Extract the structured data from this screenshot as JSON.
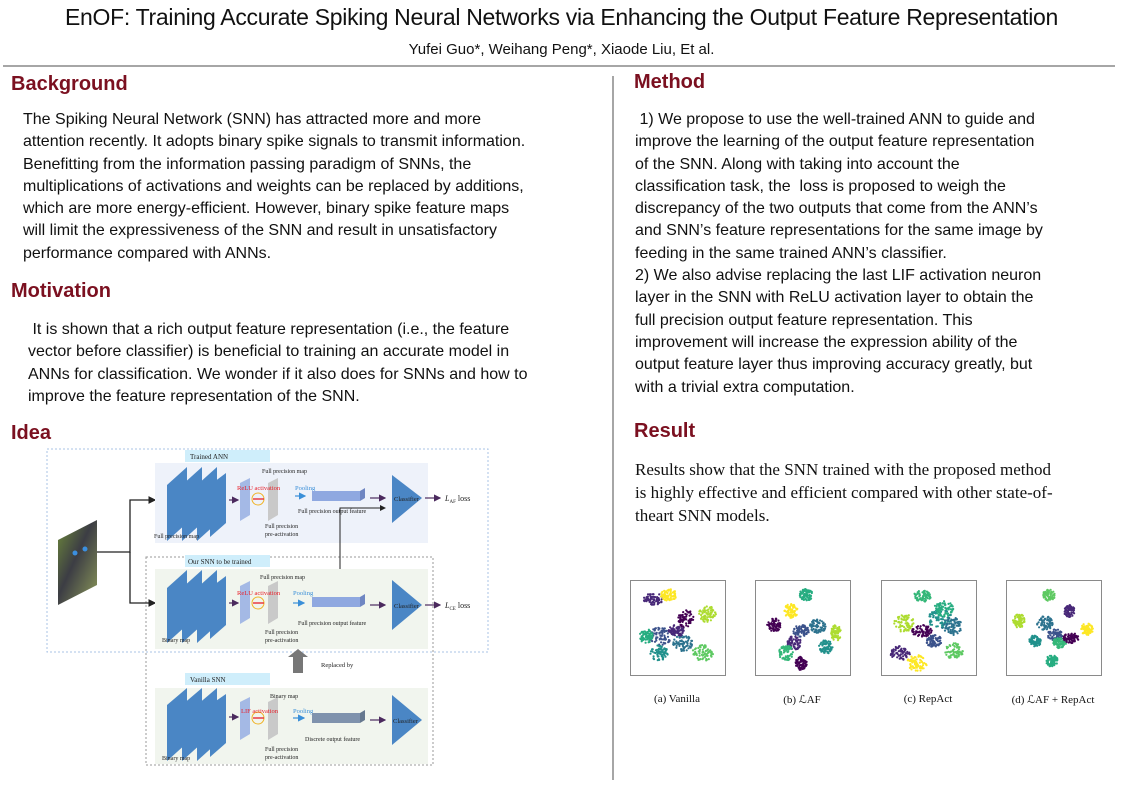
{
  "header": {
    "title": "EnOF: Training Accurate Spiking Neural Networks via Enhancing the Output Feature Representation",
    "authors": "Yufei Guo*, Weihang Peng*, Xiaode Liu, Et al."
  },
  "background": {
    "heading": "Background",
    "text": "The Spiking Neural Network (SNN) has attracted more and more\nattention recently. It adopts binary spike signals to transmit information.\nBenefitting from the information passing paradigm of SNNs, the\nmultiplications of activations and weights can be replaced by additions,\nwhich are more energy-efficient. However, binary spike feature maps\nwill limit the expressiveness of the SNN and result in unsatisfactory\nperformance compared with ANNs."
  },
  "motivation": {
    "heading": "Motivation",
    "text": " It is shown that a rich output feature representation (i.e., the feature\nvector before classifier) is beneficial to training an accurate model in\nANNs for classification. We wonder if it also does for SNNs and how to\nimprove the feature representation of the SNN."
  },
  "idea": {
    "heading": "Idea",
    "diagram": {
      "trained_ann": "Trained ANN",
      "our_snn": "Our SNN to be trained",
      "vanilla_snn": "Vanilla SNN",
      "full_precision_map": "Full precision map",
      "binary_map": "Binary map",
      "relu_activation": "ReLU activation",
      "lif_activation": "LIF activation",
      "pooling": "Pooling",
      "full_precision": "Full precision",
      "pre_activation": "pre-activation",
      "full_precision_output_feature": "Full precision output feature",
      "discrete_output_feature": "Discrete output feature",
      "classifier": "Classifier",
      "laf_loss_sym": "L",
      "laf_loss_sub": "AF",
      "lce_loss_sub": "CE",
      "loss": "loss",
      "replaced_by": "Replaced by"
    }
  },
  "method": {
    "heading": "Method",
    "text": " 1) We propose to use the well-trained ANN to guide and\nimprove the learning of the output feature representation\nof the SNN. Along with taking into account the\nclassification task, the  loss is proposed to weigh the\ndiscrepancy of the two outputs that come from the ANN’s\nand SNN’s feature representations for the same image by\nfeeding in the same trained ANN’s classifier.\n2) We also advise replacing the last LIF activation neuron\nlayer in the SNN with ReLU activation layer to obtain the\nfull precision output feature representation. This\nimprovement will increase the expression ability of the\noutput feature layer thus improving accuracy greatly, but\nwith a trivial extra computation."
  },
  "result": {
    "heading": "Result",
    "text": "Results show that the SNN trained with the proposed method\nis highly effective and efficient compared with other state-of-\ntheart SNN models.",
    "panels": [
      {
        "caption": "(a) Vanilla"
      },
      {
        "caption": "(b) ℒAF"
      },
      {
        "caption": "(c) RepAct"
      },
      {
        "caption": "(d) ℒAF + RepAct"
      }
    ]
  },
  "colors": {
    "heading": "#7b1020",
    "rule": "#a6a6a6",
    "block_blue": "#4a86c5",
    "relu_red": "#e8202a",
    "pooling_blue": "#3a8fd8",
    "viridis": [
      "#440154",
      "#3b528b",
      "#21918c",
      "#5ec962",
      "#fde725",
      "#2c728e",
      "#27ad81",
      "#addc30",
      "#482878",
      "#35b779"
    ]
  }
}
